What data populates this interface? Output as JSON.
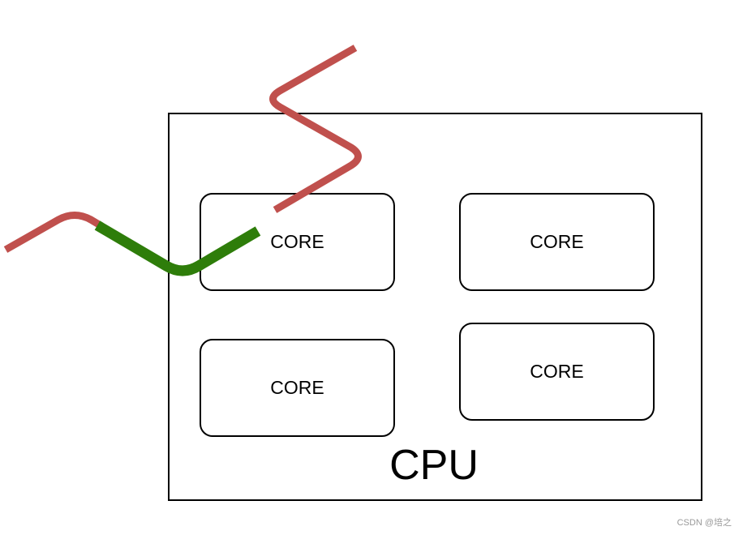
{
  "cpu": {
    "label": "CPU"
  },
  "cores": [
    {
      "label": "CORE"
    },
    {
      "label": "CORE"
    },
    {
      "label": "CORE"
    },
    {
      "label": "CORE"
    }
  ],
  "colors": {
    "thread_red": "#c0504d",
    "thread_green": "#2e7d0a",
    "outline": "#000000"
  },
  "watermark": "CSDN @培之"
}
